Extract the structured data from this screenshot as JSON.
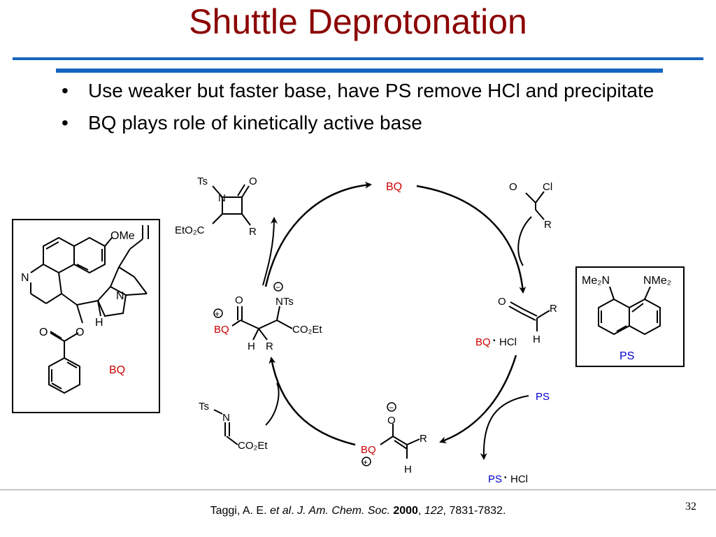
{
  "title": "Shuttle Deprotonation",
  "bullets": [
    "Use weaker but faster base, have PS remove HCl and precipitate",
    "BQ plays role of kinetically active base"
  ],
  "bullet_marker": "•",
  "labels": {
    "bq": "BQ",
    "ps": "PS",
    "hcl": "HCl",
    "dot": "•",
    "ome": "OMe",
    "n": "N",
    "o": "O",
    "h": "H",
    "r": "R",
    "cl": "Cl",
    "ts": "Ts",
    "nts": "NTs",
    "me2n": "Me₂N",
    "nme2": "NMe₂",
    "etoc": "EtO₂C",
    "co2et": "CO₂Et",
    "minus": "−",
    "plus": "+"
  },
  "colors": {
    "title": "#8b0000",
    "rule": "#1565c0",
    "bq": "#cc0000",
    "ps": "#0000cc"
  },
  "citation": {
    "authors": "Taggi, A. E. ",
    "etal": "et al",
    "sep1": ". ",
    "journal": "J. Am. Chem. Soc.",
    "space": " ",
    "year": "2000",
    "comma1": ", ",
    "volume": "122",
    "pages": ", 7831-7832."
  },
  "page_number": "32"
}
